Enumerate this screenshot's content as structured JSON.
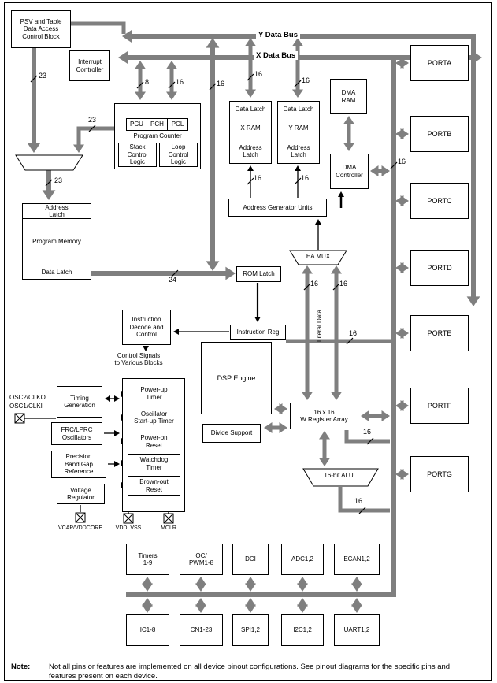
{
  "buses": {
    "y_label": "Y Data Bus",
    "x_label": "X Data Bus"
  },
  "ports": [
    "PORTA",
    "PORTB",
    "PORTC",
    "PORTD",
    "PORTE",
    "PORTF",
    "PORTG"
  ],
  "blocks": {
    "psv": "PSV and Table\nData Access\nControl Block",
    "interrupt_controller": "Interrupt\nController",
    "data_latch": "Data Latch",
    "x_ram": "X RAM",
    "y_ram": "Y RAM",
    "address_latch": "Address\nLatch",
    "dma_ram": "DMA\nRAM",
    "dma_controller": "DMA\nController",
    "pcu": "PCU",
    "pch": "PCH",
    "pcl": "PCL",
    "program_counter": "Program Counter",
    "stack_control": "Stack\nControl\nLogic",
    "loop_control": "Loop\nControl\nLogic",
    "program_memory": "Program Memory",
    "rom_latch": "ROM Latch",
    "agu": "Address Generator Units",
    "ea_mux": "EA MUX",
    "instruction_decode": "Instruction\nDecode and\nControl",
    "instruction_reg": "Instruction Reg",
    "control_signals": "Control Signals\nto Various Blocks",
    "dsp_engine": "DSP Engine",
    "divide_support": "Divide Support",
    "w_register_array": "16 x 16\nW Register Array",
    "alu": "16-bit ALU",
    "literal_data": "Literal Data",
    "timing_generation": "Timing\nGeneration",
    "frc_lprc": "FRC/LPRC\nOscillators",
    "band_gap": "Precision\nBand Gap\nReference",
    "voltage_regulator": "Voltage\nRegulator"
  },
  "resets": [
    "Power-up\nTimer",
    "Oscillator\nStart-up Timer",
    "Power-on\nReset",
    "Watchdog\nTimer",
    "Brown-out\nReset"
  ],
  "pins": {
    "osc2": "OSC2/CLKO",
    "osc1": "OSC1/CLKI",
    "vcap": "VCAP/VDDCORE",
    "vdd": "VDD, VSS",
    "mclr": "MCLR"
  },
  "peripherals_top": [
    "Timers\n1-9",
    "OC/\nPWM1-8",
    "DCI",
    "ADC1,2",
    "ECAN1,2"
  ],
  "peripherals_bottom": [
    "IC1-8",
    "CN1-23",
    "SPI1,2",
    "I2C1,2",
    "UART1,2"
  ],
  "bus_widths": {
    "psv_to_mux": "23",
    "pc_to_mux": "23",
    "mux_to_mem": "23",
    "pc_bus_a": "8",
    "pc_bus_b": "16",
    "rom_bus": "16",
    "x_ram_bus": "16",
    "y_ram_bus": "16",
    "mem_to_rom": "24",
    "x_agu": "16",
    "y_agu": "16",
    "literal_a": "16",
    "literal_b": "16",
    "dsp_bus": "16",
    "port_bus": "16",
    "w_out": "16",
    "alu_out": "16"
  },
  "colors": {
    "bus": "#7f7f7f",
    "line": "#000000"
  },
  "note": {
    "label": "Note:",
    "text": "Not all pins or features are implemented on all device pinout configurations. See pinout diagrams for the specific pins and features present on each device."
  }
}
